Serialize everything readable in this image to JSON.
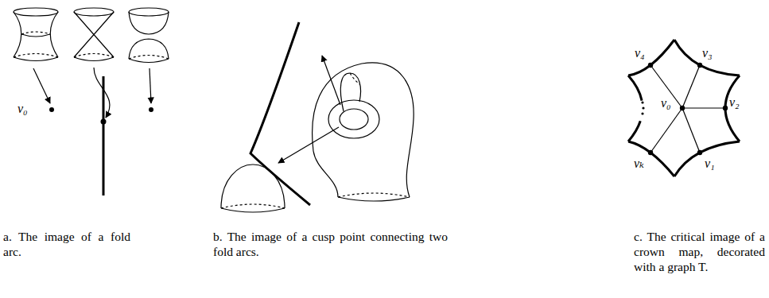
{
  "diagram": {
    "labels": [
      "v₀",
      "v₄",
      "v₃",
      "v₀",
      "v₂",
      "vₖ",
      "v₁",
      "a. The image of a fold arc.",
      "b. The image of a cusp point connecting two fold arcs.",
      "c. The critical image of a crown map, decorated with a graph T."
    ]
  }
}
